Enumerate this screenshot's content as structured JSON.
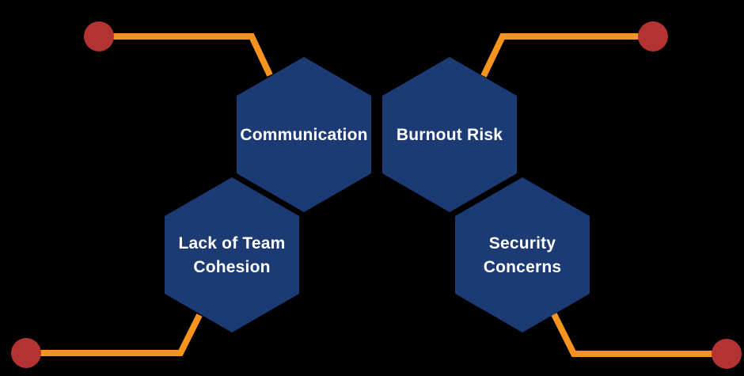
{
  "colors": {
    "background": "#000000",
    "hexagon": "#1C3B75",
    "connector": "#F7941E",
    "endpoint_dot": "#B23331",
    "label_text": "#FFFFFF"
  },
  "hexagons": {
    "communication": {
      "label": "Communication"
    },
    "burnout_risk": {
      "label": "Burnout Risk"
    },
    "team_cohesion": {
      "label_line1": "Lack of Team",
      "label_line2": "Cohesion"
    },
    "security_concerns": {
      "label_line1": "Security",
      "label_line2": "Concerns"
    }
  }
}
